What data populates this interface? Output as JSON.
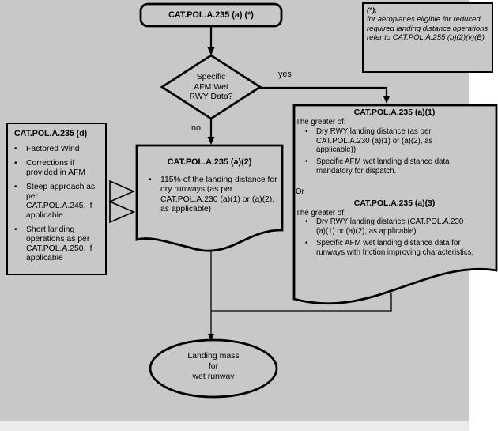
{
  "colors": {
    "canvas_bg": "#c8c8c8",
    "page_bg": "#ffffff",
    "line": "#000000",
    "footer_strip": "#ebebeb"
  },
  "glyphs": {
    "bullet": "•"
  },
  "start_node": {
    "label": "CAT.POL.A.235 (a) (*)"
  },
  "note": {
    "heading": "(*):",
    "body": "for aeroplanes eligible for reduced required landing distance operations refer to CAT.POL.A.255 (b)(2)(v)(B)"
  },
  "decision": {
    "lines": [
      "Specific",
      "AFM Wet",
      "RWY Data?"
    ],
    "yes_label": "yes",
    "no_label": "no"
  },
  "left_box": {
    "title": "CAT.POL.A.235 (d)",
    "bullets": [
      "Factored Wind",
      "Corrections if provided in AFM",
      "Steep approach as per CAT.POL.A.245, if applicable",
      "Short landing operations as per CAT.POL.A.250, if applicable"
    ]
  },
  "center_box": {
    "title": "CAT.POL.A.235 (a)(2)",
    "bullets": [
      "115% of the landing distance for dry runways (as per CAT.POL.A.230 (a)(1) or (a)(2), as applicable)"
    ]
  },
  "right_box": {
    "section1": {
      "title": "CAT.POL.A.235 (a)(1)",
      "intro": "The greater of:",
      "bullets": [
        "Dry RWY landing distance (as per CAT.POL.A.230 (a)(1) or (a)(2), as applicable))",
        "Specific AFM wet landing distance data mandatory for dispatch."
      ]
    },
    "connector_word": "Or",
    "section2": {
      "title": "CAT.POL.A.235 (a)(3)",
      "intro": "The greater of:",
      "bullets": [
        "Dry RWY landing distance (CAT.POL.A.230 (a)(1) or (a)(2), as applicable)",
        "Specific AFM wet landing distance data for runways with friction improving characteristics."
      ]
    }
  },
  "end_node": {
    "lines": [
      "Landing mass",
      "for",
      "wet runway"
    ]
  }
}
